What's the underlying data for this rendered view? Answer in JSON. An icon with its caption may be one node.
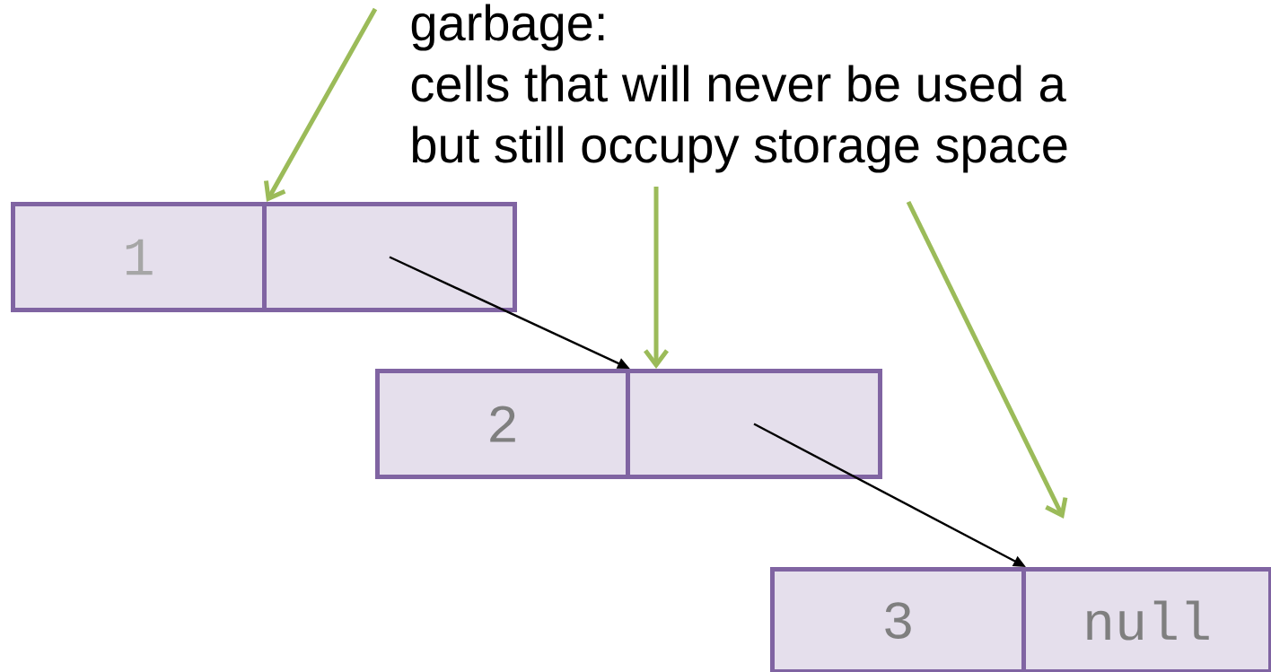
{
  "diagram": {
    "nodes": [
      {
        "text": [
          "garbage:",
          "cells that will never be used a but still occupy storage space"
        ]
      },
      {
        "text": [
          "1"
        ]
      },
      {
        "text": [],
        "shape": "box"
      },
      {
        "text": [
          "2"
        ]
      },
      {
        "text": [],
        "shape": "box"
      },
      {
        "text": [
          "3"
        ]
      },
      {
        "text": [
          "null"
        ]
      }
    ],
    "edges": [
      {
        "from": 2,
        "to": 3,
        "arrow": "to",
        "color": "#000000"
      },
      {
        "from": 4,
        "to": 5,
        "arrow": "to",
        "color": "#000000"
      },
      {
        "from": 0,
        "to": 1,
        "arrow": "to"
      },
      {
        "from": 0,
        "to": 4,
        "arrow": "to"
      },
      {
        "from": 0,
        "to": null,
        "arrow": "to"
      }
    ]
  }
}
